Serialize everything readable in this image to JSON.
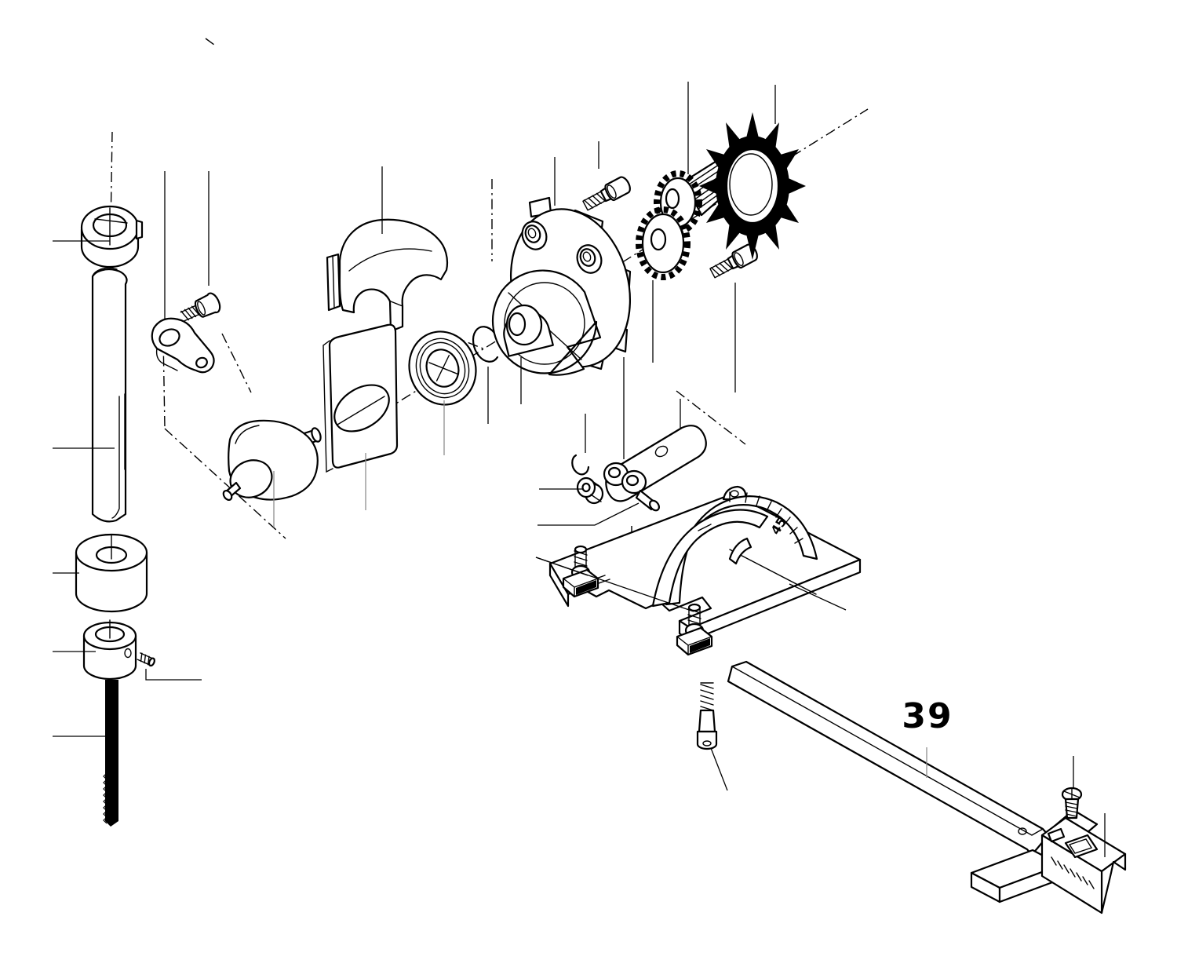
{
  "figure": {
    "type": "exploded-parts-diagram",
    "subject": "jigsaw-power-head-exploded-view",
    "background_color": "#ffffff",
    "line_color": "#000000",
    "leader_line_gray": "#8f8f8f"
  },
  "labels": {
    "part_39": {
      "text": "39"
    },
    "bevel_scale": {
      "text": "45"
    }
  },
  "parts": [
    {
      "id": 1,
      "name": "slotted-collar-top"
    },
    {
      "id": 2,
      "name": "plunger-shaft"
    },
    {
      "id": 3,
      "name": "link-arm"
    },
    {
      "id": 4,
      "name": "link-screw"
    },
    {
      "id": 5,
      "name": "housing-upper-half"
    },
    {
      "id": 6,
      "name": "backing-plate"
    },
    {
      "id": 7,
      "name": "ball-bearing"
    },
    {
      "id": 8,
      "name": "retaining-ring-bearing"
    },
    {
      "id": 9,
      "name": "gearbox-housing"
    },
    {
      "id": 10,
      "name": "cap-screw-upper"
    },
    {
      "id": 11,
      "name": "armature-pinion"
    },
    {
      "id": 12,
      "name": "fan-impeller"
    },
    {
      "id": 13,
      "name": "idler-gear"
    },
    {
      "id": 14,
      "name": "cap-screw-lower"
    },
    {
      "id": 15,
      "name": "retaining-ring-small"
    },
    {
      "id": 16,
      "name": "washers"
    },
    {
      "id": 17,
      "name": "roller-holder-cylinder"
    },
    {
      "id": 18,
      "name": "bevel-quadrant"
    },
    {
      "id": 19,
      "name": "base-plate"
    },
    {
      "id": 20,
      "name": "base-screw"
    },
    {
      "id": 21,
      "name": "counterweight"
    },
    {
      "id": 22,
      "name": "rip-fence-bar"
    },
    {
      "id": 23,
      "name": "fence-screw"
    },
    {
      "id": 24,
      "name": "rip-fence-block"
    },
    {
      "id": 25,
      "name": "guide-bushing"
    },
    {
      "id": 26,
      "name": "blade-collar-with-set-screw"
    },
    {
      "id": 27,
      "name": "saw-blade"
    }
  ]
}
